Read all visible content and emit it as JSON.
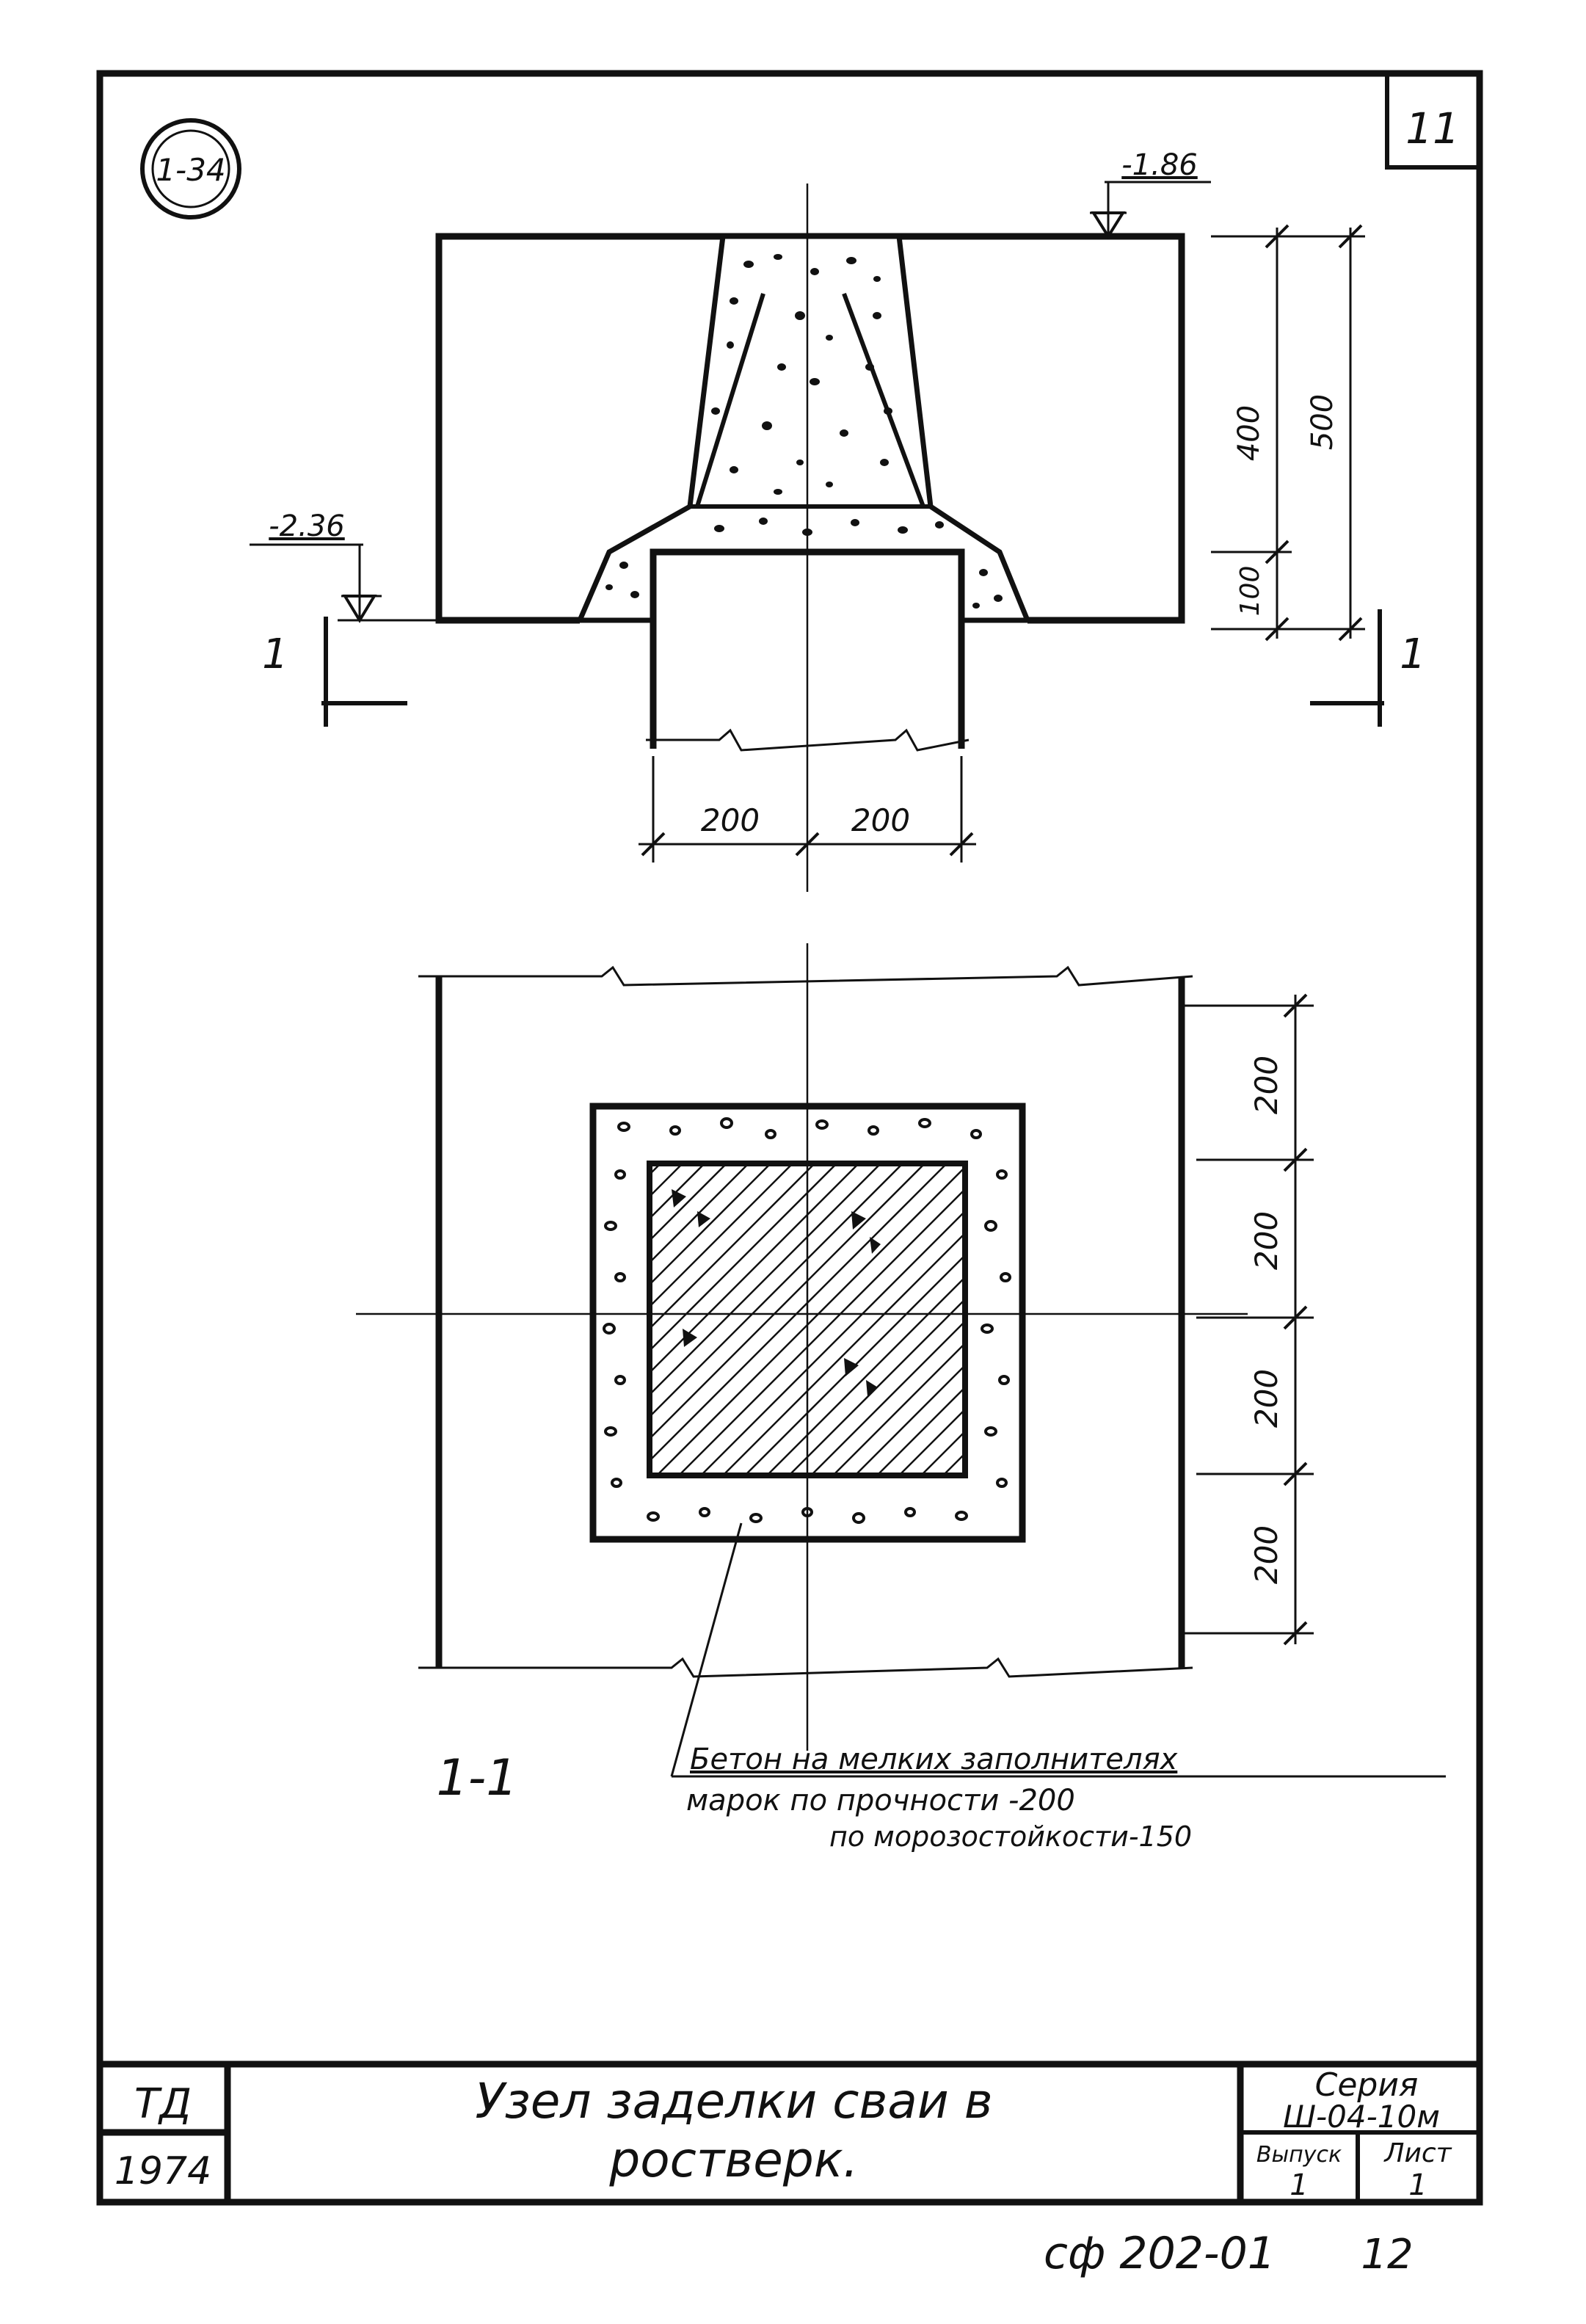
{
  "sheet": {
    "sheet_badge": "11",
    "node_marker": "1-34"
  },
  "elevation_view": {
    "level_top": "-1.86",
    "level_bottom": "-2.36",
    "dim_400": "400",
    "dim_500": "500",
    "dim_100": "100",
    "dim_200_left": "200",
    "dim_200_right": "200",
    "section_mark_left": "1",
    "section_mark_right": "1"
  },
  "plan_section": {
    "section_label": "1-1",
    "dims_vertical": [
      "200",
      "200",
      "200",
      "200"
    ],
    "note_lines": [
      "Бетон на мелких заполнителях",
      "марок по прочности -200",
      "по морозостойкости-150"
    ]
  },
  "title_block": {
    "org": "ТД",
    "year": "1974",
    "title_line1": "Узел заделки сваи в",
    "title_line2": "ростверк.",
    "series_label": "Серия",
    "series_value": "Ш-04-10м",
    "issue_label": "Выпуск",
    "issue_value": "1",
    "sheet_label": "Лист",
    "sheet_value": "1"
  },
  "footer": {
    "archive_code": "сф 202-01",
    "page_number": "12"
  }
}
